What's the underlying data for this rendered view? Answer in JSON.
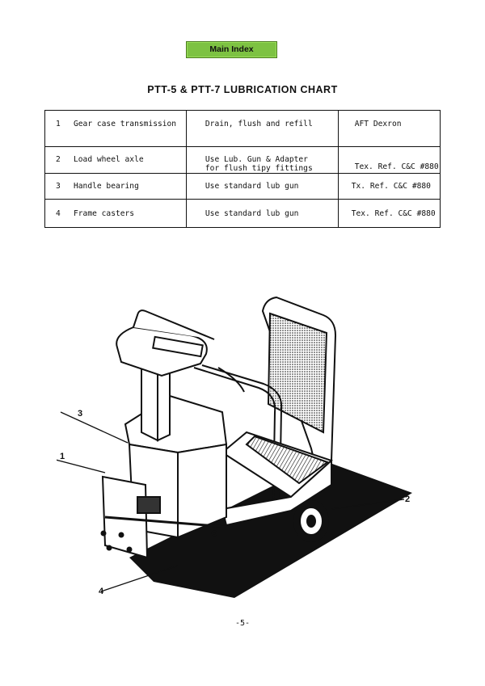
{
  "nav": {
    "main_index": "Main Index"
  },
  "title": "PTT-5 & PTT-7 LUBRICATION CHART",
  "rows": [
    {
      "num": "1",
      "part": "Gear case transmission",
      "action": "Drain, flush and refill",
      "lube": "AFT Dexron"
    },
    {
      "num": "2",
      "part": "Load wheel axle",
      "action": "Use Lub. Gun & Adapter for flush tipy fittings",
      "lube": "Tex. Ref. C&C #880"
    },
    {
      "num": "3",
      "part": "Handle bearing",
      "action": "Use standard lub gun",
      "lube": "Tx. Ref.  C&C #880"
    },
    {
      "num": "4",
      "part": "Frame casters",
      "action": "Use standard lub gun",
      "lube": "Tex. Ref. C&C #880"
    }
  ],
  "callouts": {
    "c1": "1",
    "c2": "2",
    "c3": "3",
    "c4": "4"
  },
  "page_number": "-5-"
}
